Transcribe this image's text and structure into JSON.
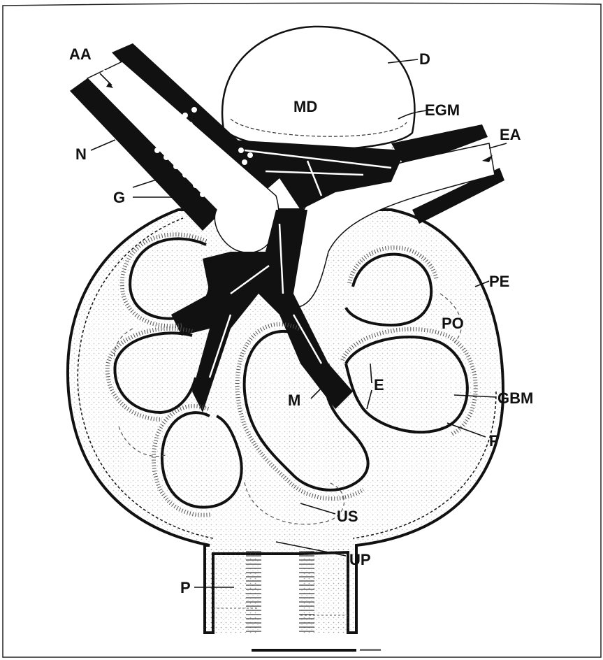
{
  "figure": {
    "labels": {
      "aa": "AA",
      "d": "D",
      "md": "MD",
      "egm": "EGM",
      "ea": "EA",
      "n": "N",
      "g": "G",
      "pe": "PE",
      "po": "PO",
      "e": "E",
      "gbm": "GBM",
      "m": "M",
      "f": "F",
      "us": "US",
      "up": "UP",
      "p": "P"
    },
    "colors": {
      "ink": "#111111",
      "paper": "#ffffff",
      "stipple": "#444444"
    }
  }
}
